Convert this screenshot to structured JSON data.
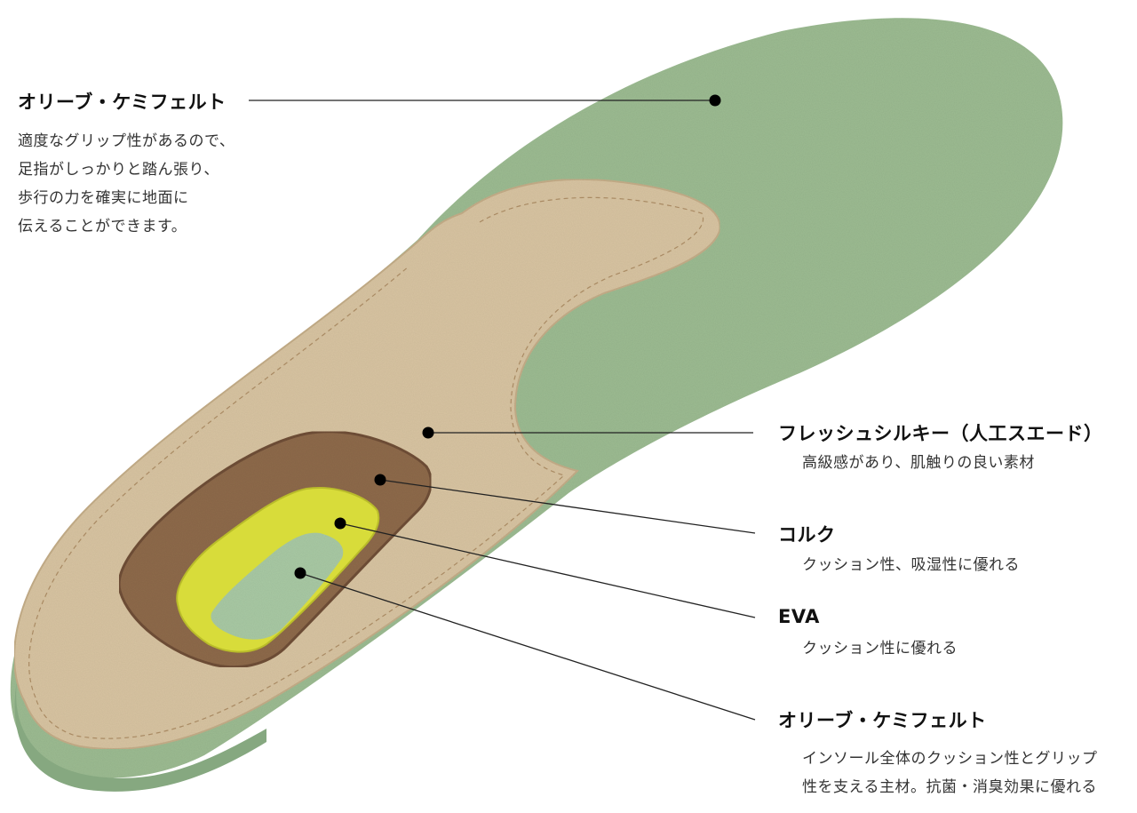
{
  "colors": {
    "olive_felt": "#9cbb92",
    "olive_felt_edge": "#86a880",
    "silky": "#d8c4a2",
    "silky_shadow": "#c4ad88",
    "stitch": "#a98a63",
    "cork": "#8e6a4c",
    "cork_shadow": "#6f5038",
    "eva": "#d8dc3a",
    "eva_dark": "#b9bc2a",
    "inner_felt": "#a9c9a4",
    "dot": "#000000",
    "leader": "#222222"
  },
  "callouts": {
    "olive_top": {
      "title": "オリーブ・ケミフェルト",
      "lines": [
        "適度なグリップ性があるので、",
        "足指がしっかりと踏ん張り、",
        "歩行の力を確実に地面に",
        "伝えることができます。"
      ]
    },
    "silky": {
      "title": "フレッシュシルキー（人工スエード）",
      "lines": [
        "高級感があり、肌触りの良い素材"
      ]
    },
    "cork": {
      "title": "コルク",
      "lines": [
        "クッション性、吸湿性に優れる"
      ]
    },
    "eva": {
      "title": "EVA",
      "lines": [
        "クッション性に優れる"
      ]
    },
    "olive_bottom": {
      "title": "オリーブ・ケミフェルト",
      "lines": [
        "インソール全体のクッション性とグリップ",
        "性を支える主材。抗菌・消臭効果に優れる"
      ]
    }
  }
}
